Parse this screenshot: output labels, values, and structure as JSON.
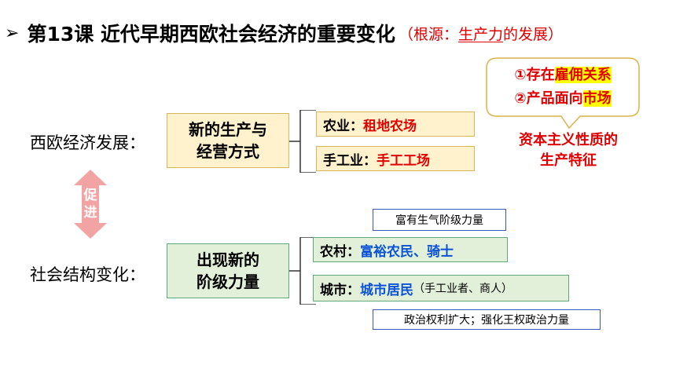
{
  "title": {
    "bullet": "➢",
    "main": "第13课  近代早期西欧社会经济的重要变化",
    "note_open": "（根源：",
    "note_underlined": "生产力",
    "note_close": "的发展）"
  },
  "callout": {
    "line1_prefix": "①存在",
    "line1_highlight": "雇佣关系",
    "line2_prefix": "②产品面向",
    "line2_highlight": "市场"
  },
  "capitalist_feature": {
    "line1": "资本主义性质的",
    "line2": "生产特征"
  },
  "economy": {
    "label": "西欧经济发展：",
    "box_line1": "新的生产与",
    "box_line2": "经营方式",
    "items": [
      {
        "prefix": "农业：",
        "value": "租地农场"
      },
      {
        "prefix": "手工业：",
        "value": "手工工场"
      }
    ]
  },
  "promote": {
    "char1": "促",
    "char2": "进"
  },
  "society": {
    "label": "社会结构变化：",
    "box_line1": "出现新的",
    "box_line2": "阶级力量",
    "rural_note": "富有生气阶级力量",
    "items": [
      {
        "prefix": "农村：",
        "value": "富裕农民、骑士",
        "detail": ""
      },
      {
        "prefix": "城市：",
        "value": "城市居民",
        "detail": "（手工业者、商人）"
      }
    ],
    "urban_note": "政治权利扩大；强化王权政治力量"
  },
  "colors": {
    "red": "#e00000",
    "blue": "#0a53d8",
    "yellow_box": "#fff2cc",
    "green_box": "#e2f0d9",
    "arrow": "#f2a4a4",
    "highlight": "#ffff00"
  }
}
